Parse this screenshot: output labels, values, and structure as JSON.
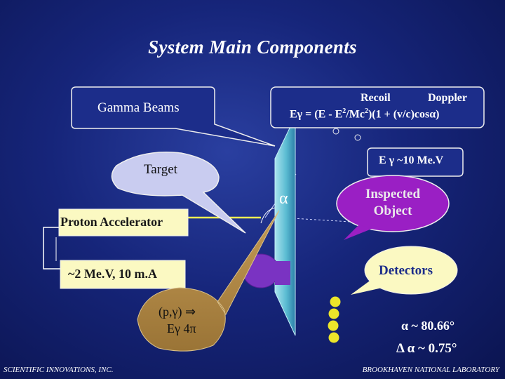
{
  "title": "System Main Components",
  "labels": {
    "gamma_beams": "Gamma Beams",
    "recoil": "Recoil",
    "doppler": "Doppler",
    "formula_a": "Eγ = (E - E",
    "formula_sup1": "2",
    "formula_b": "/Mc",
    "formula_sup2": "2",
    "formula_c": ")(1 + (v/c)cosα)",
    "target": "Target",
    "gamma_energy": "E γ ~10 Me.V",
    "alpha_symbol": "α",
    "inspected_line1": "Inspected",
    "inspected_line2": "Object",
    "proton_accelerator": "Proton Accelerator",
    "beam_params": "~2 Me.V, 10 m.A",
    "detectors": "Detectors",
    "reaction_line1": "(p,γ) ⇒",
    "reaction_line2": "Eγ  4π",
    "alpha_angle": "α ~ 80.66°",
    "delta_alpha": "Δ α ~ 0.75°"
  },
  "footer": {
    "left": "SCIENTIFIC INNOVATIONS, INC.",
    "right": "BROOKHAVEN NATIONAL LABORATORY"
  },
  "colors": {
    "callout_fill": "#1c2d8a",
    "target_fill": "#c9ccf0",
    "proton_fill": "#fbf9c2",
    "beam_params_fill": "#fbf9c2",
    "inspected_fill": "#9a1fc4",
    "detectors_fill": "#fbf9c2",
    "reaction_fill": "#b08a4c",
    "target_disk": "#6ec6d8",
    "detector_dots": "#ece52a",
    "beam_line": "#f3ef52",
    "purple_object": "#7a33c2"
  }
}
